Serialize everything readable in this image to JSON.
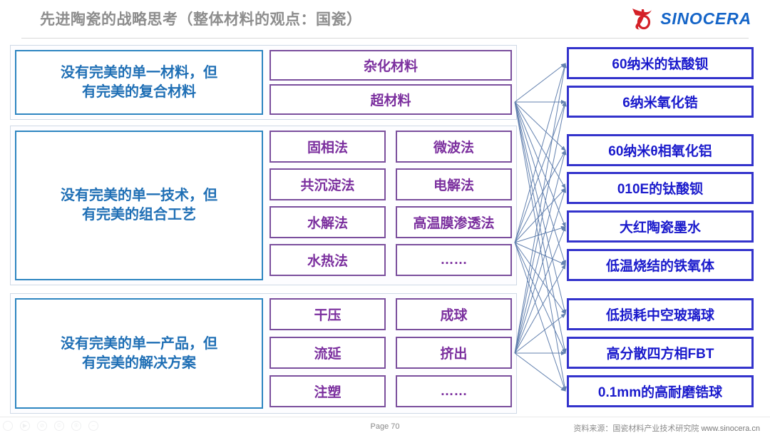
{
  "header": {
    "title": "先进陶瓷的战略思考（整体材料的观点：国瓷）",
    "logo_text": "SINOCERA",
    "logo_icon": "sinocera-swirl-logo",
    "brand_blue": "#1565c8",
    "brand_red": "#d42027"
  },
  "colors": {
    "concept_border": "#2e86c1",
    "concept_text": "#1f6fb5",
    "method_border": "#7b4f9d",
    "method_text": "#7b2f9e",
    "product_border": "#3333cc",
    "product_text": "#1a1acc",
    "group_border": "#cfd9e6",
    "arrow": "#5b7bab",
    "title_gray": "#8d8d8d"
  },
  "groups": [
    {
      "id": "group-1",
      "concept": {
        "line1": "没有完美的单一材料，但",
        "line2": "有完美的复合材料"
      },
      "methods": [
        {
          "label": "杂化材料",
          "span": 2
        },
        {
          "label": "超材料",
          "span": 2
        }
      ]
    },
    {
      "id": "group-2",
      "concept": {
        "line1": "没有完美的单一技术，但",
        "line2": "有完美的组合工艺"
      },
      "methods": [
        {
          "label": "固相法",
          "span": 1
        },
        {
          "label": "微波法",
          "span": 1
        },
        {
          "label": "共沉淀法",
          "span": 1
        },
        {
          "label": "电解法",
          "span": 1
        },
        {
          "label": "水解法",
          "span": 1
        },
        {
          "label": "高温膜渗透法",
          "span": 1
        },
        {
          "label": "水热法",
          "span": 1
        },
        {
          "label": "……",
          "span": 1
        }
      ]
    },
    {
      "id": "group-3",
      "concept": {
        "line1": "没有完美的单一产品，但",
        "line2": "有完美的解决方案"
      },
      "methods": [
        {
          "label": "干压",
          "span": 1
        },
        {
          "label": "成球",
          "span": 1
        },
        {
          "label": "流延",
          "span": 1
        },
        {
          "label": "挤出",
          "span": 1
        },
        {
          "label": "注塑",
          "span": 1
        },
        {
          "label": "……",
          "span": 1
        }
      ]
    }
  ],
  "products": [
    {
      "label": "60纳米的钛酸钡"
    },
    {
      "label": "6纳米氧化锆"
    },
    {
      "label": "60纳米θ相氧化铝"
    },
    {
      "label": "010E的钛酸钡"
    },
    {
      "label": "大红陶瓷墨水"
    },
    {
      "label": "低温烧结的铁氧体"
    },
    {
      "label": "低损耗中空玻璃球"
    },
    {
      "label": "高分散四方相FBT"
    },
    {
      "label": "0.1mm的高耐磨锆球"
    }
  ],
  "footer": {
    "page_label": "Page 70",
    "source_prefix": "资料来源：国瓷材料产业技术研究院",
    "source_url": "www.sinocera.cn",
    "watermark_icons": [
      "circle-icon",
      "play-circle-icon",
      "no-entry-icon",
      "copyright-icon",
      "registered-icon",
      "dash-circle-icon"
    ]
  }
}
